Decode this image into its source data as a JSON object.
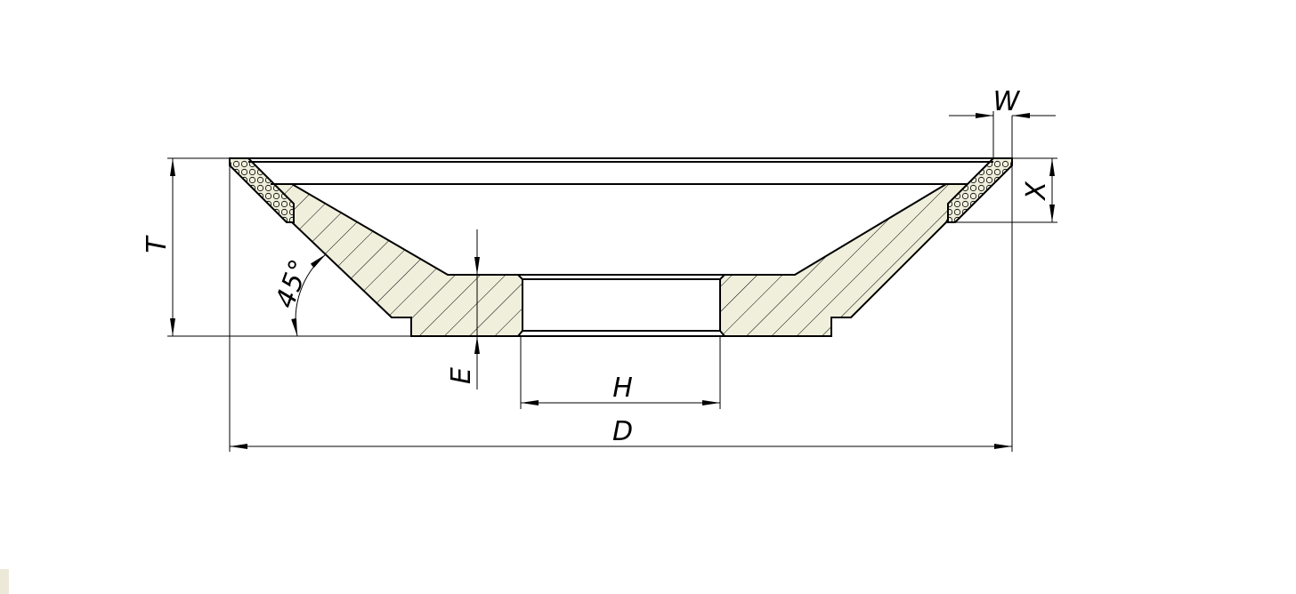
{
  "labels": {
    "W": "W",
    "X": "X",
    "T": "T",
    "angle": "45°",
    "E": "E",
    "H": "H",
    "D": "D"
  },
  "colors": {
    "fill": "#f0efdc",
    "stroke": "#000000",
    "background": "#ffffff"
  }
}
